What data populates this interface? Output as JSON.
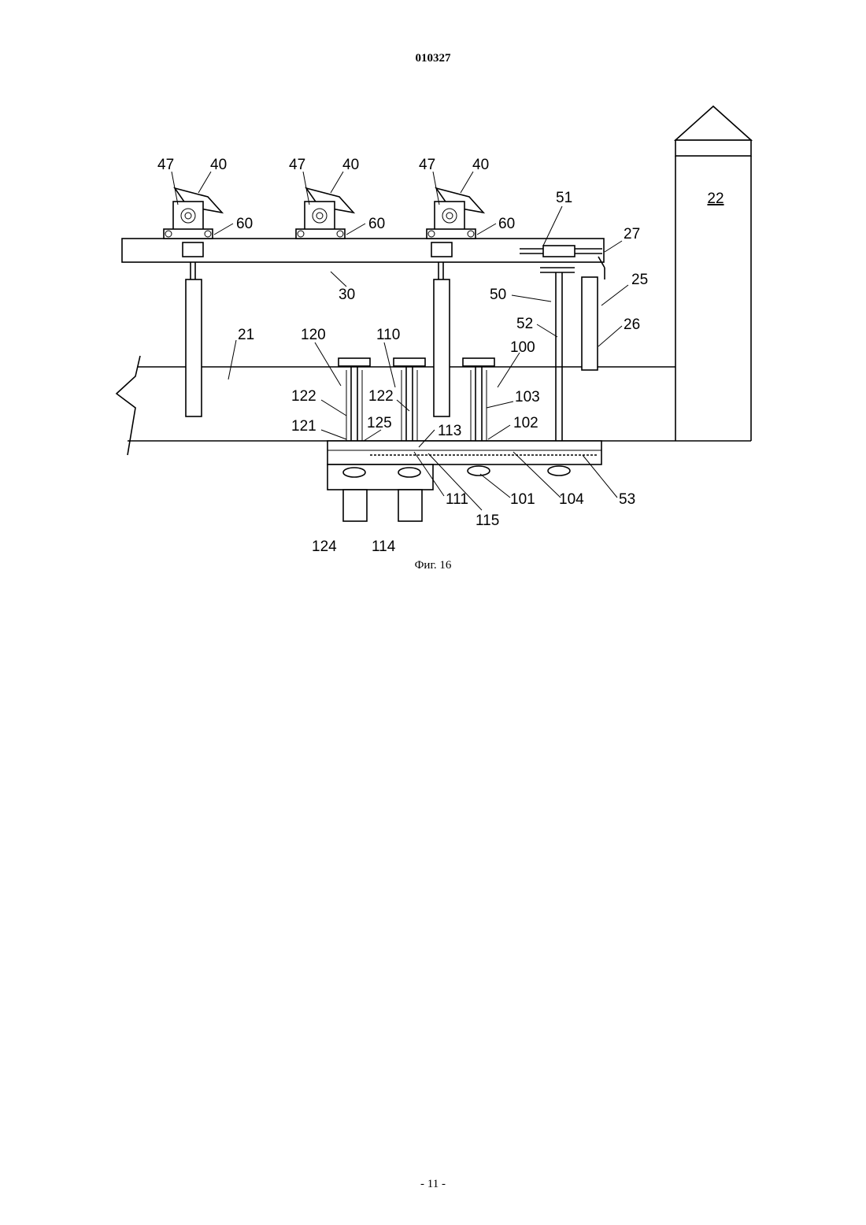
{
  "page": {
    "header": "010327",
    "footer": "- 11 -"
  },
  "figure": {
    "caption": "Фиг. 16",
    "building_label": "22",
    "labels": {
      "l47a": "47",
      "l40a": "40",
      "l60a": "60",
      "l47b": "47",
      "l40b": "40",
      "l60b": "60",
      "l47c": "47",
      "l40c": "40",
      "l60c": "60",
      "l51": "51",
      "l27": "27",
      "l25": "25",
      "l50": "50",
      "l52": "52",
      "l26": "26",
      "l30": "30",
      "l21": "21",
      "l120": "120",
      "l110": "110",
      "l100": "100",
      "l122a": "122",
      "l122b": "122",
      "l103": "103",
      "l121": "121",
      "l125": "125",
      "l113": "113",
      "l102": "102",
      "l111": "111",
      "l115": "115",
      "l101": "101",
      "l104": "104",
      "l53": "53",
      "l124": "124",
      "l114": "114"
    }
  }
}
